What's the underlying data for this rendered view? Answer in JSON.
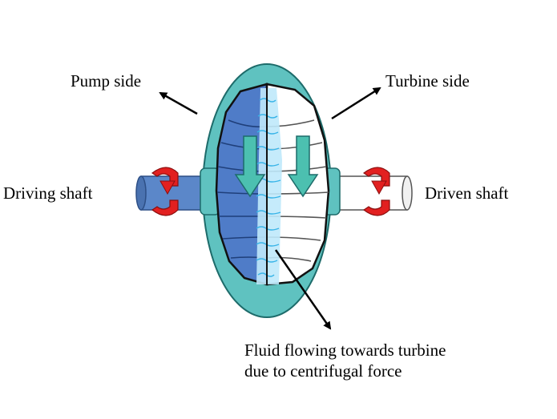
{
  "labels": {
    "pump_side": "Pump side",
    "turbine_side": "Turbine side",
    "driving_shaft": "Driving shaft",
    "driven_shaft": "Driven shaft",
    "fluid_line1": "Fluid flowing towards turbine",
    "fluid_line2": "due to centrifugal force"
  },
  "colors": {
    "casing": "#5fc2c0",
    "pump_blades": "#4f7cc8",
    "driving_shaft": "#5b87c9",
    "turbine_blades": "#ffffff",
    "fluid": "#38b4e8",
    "rotation_arrows": "#e22020",
    "flow_arrows": "#4cc0b0"
  },
  "icons": {
    "rotation": "curved-rotation-arrow",
    "flow": "downward-arrow",
    "pointer": "leader-arrow"
  }
}
